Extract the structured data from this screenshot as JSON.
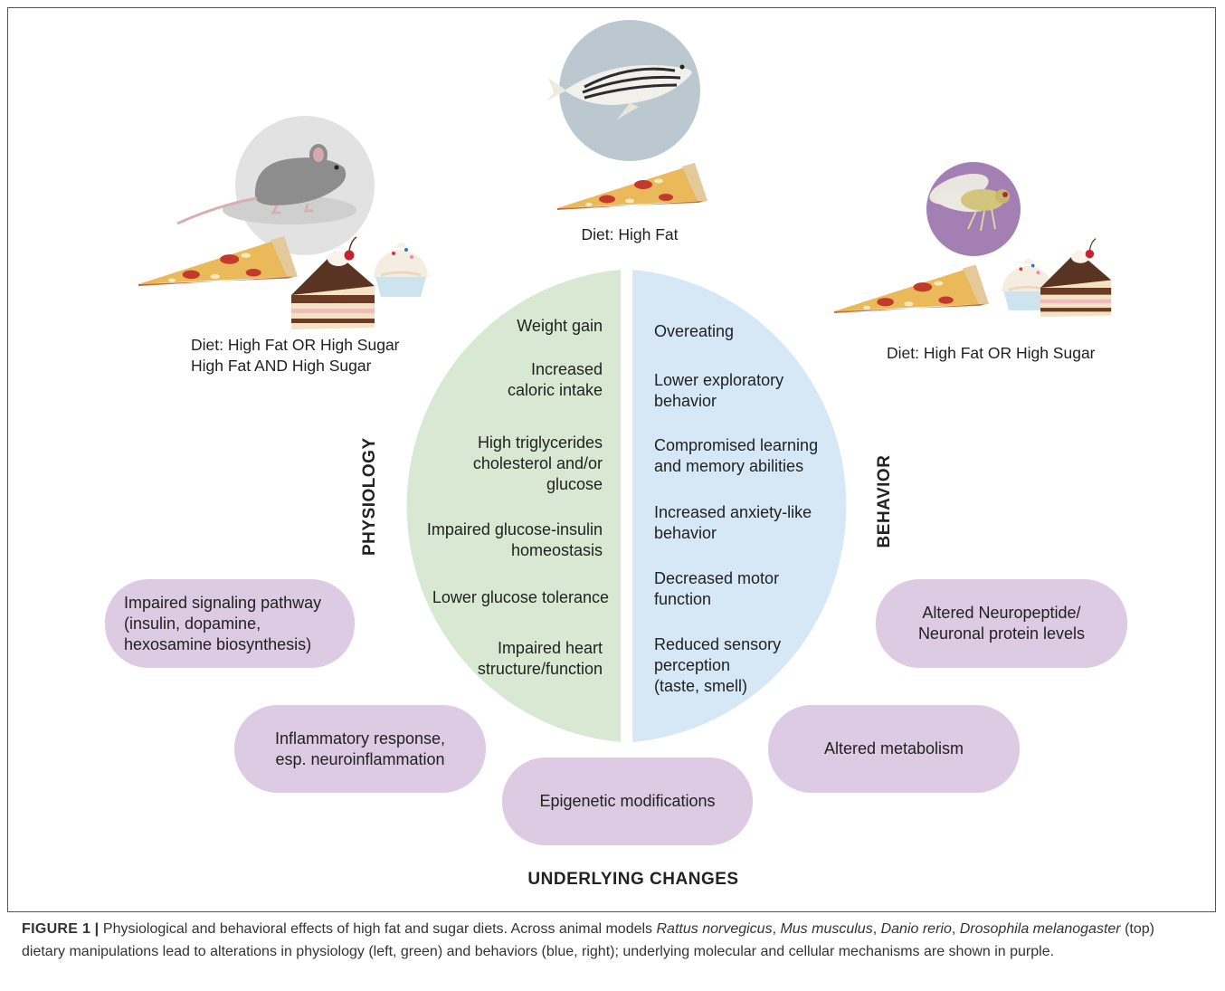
{
  "diagram": {
    "diets": {
      "zebrafish": "Diet: High Fat",
      "rodent": "Diet: High Fat OR High Sugar\nHigh Fat AND High Sugar",
      "fly": "Diet: High Fat OR High Sugar"
    },
    "physiology_label": "PHYSIOLOGY",
    "behavior_label": "BEHAVIOR",
    "underlying_label": "UNDERLYING CHANGES",
    "physiology_items": [
      "Weight gain",
      "Increased\ncaloric intake",
      "High triglycerides\ncholesterol and/or\nglucose",
      "Impaired glucose-insulin\nhomeostasis",
      "Lower glucose tolerance",
      "Impaired heart\nstructure/function"
    ],
    "behavior_items": [
      "Overeating",
      "Lower exploratory\nbehavior",
      "Compromised learning\nand memory abilities",
      "Increased anxiety-like\nbehavior",
      "Decreased motor\nfunction",
      "Reduced sensory\nperception\n(taste, smell)"
    ],
    "underlying_changes": [
      "Impaired signaling pathway\n(insulin, dopamine,\nhexosamine biosynthesis)",
      "Inflammatory response,\nesp. neuroinflammation",
      "Epigenetic modifications",
      "Altered metabolism",
      "Altered Neuropeptide/\nNeuronal protein levels"
    ],
    "colors": {
      "physiology": "#d9e8d3",
      "behavior": "#d6e8f6",
      "underlying": "#dccbe3",
      "fish_circle": "#bcc8cf",
      "mouse_circle": "#e2e2e2",
      "fly_circle": "#a37fb4"
    }
  },
  "caption": {
    "label": "FIGURE 1",
    "sep": "|",
    "text_1": "Physiological and behavioral effects of high fat and sugar diets. Across animal models ",
    "species_1": "Rattus norvegicus",
    "comma_1": ", ",
    "species_2": "Mus musculus",
    "comma_2": ", ",
    "species_3": "Danio rerio",
    "comma_3": ", ",
    "species_4": "Drosophila melanogaster",
    "text_2": " (top) dietary manipulations lead to alterations in physiology (left, green) and behaviors (blue, right); underlying molecular and cellular mechanisms are shown in purple."
  }
}
